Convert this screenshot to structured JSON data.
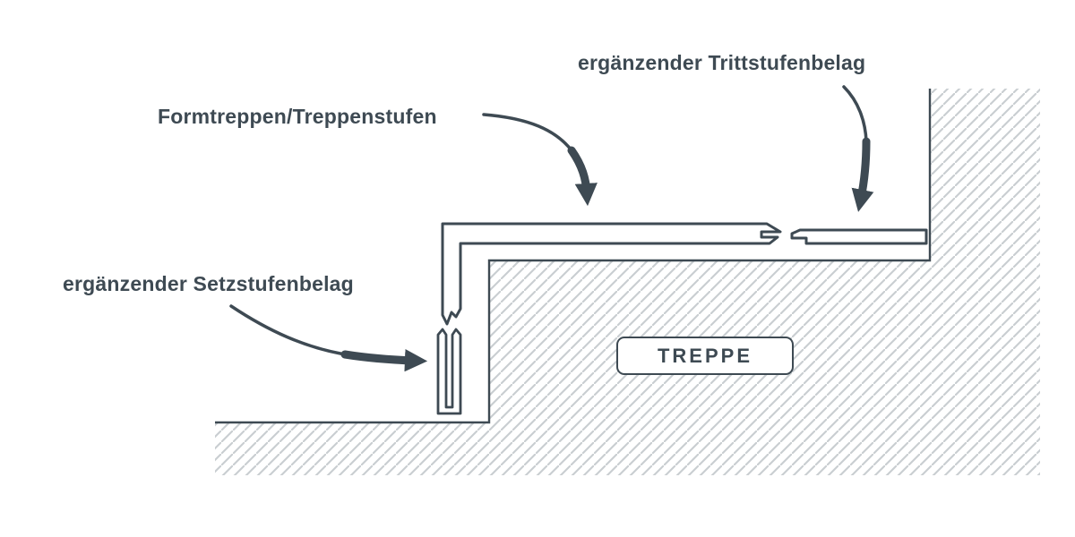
{
  "figure": {
    "type": "technical-diagram",
    "subject": "stair profile cross-section",
    "background_color": "#ffffff",
    "ink_color": "#3e4a53",
    "hatch_color": "#c9ced1",
    "labels": {
      "tread_covering": "ergänzender Trittstufenbelag",
      "stair_profile": "Formtreppen/Treppenstufen",
      "riser_covering": "ergänzender Setzstufenbelag",
      "stair_body": "TREPPE"
    }
  }
}
